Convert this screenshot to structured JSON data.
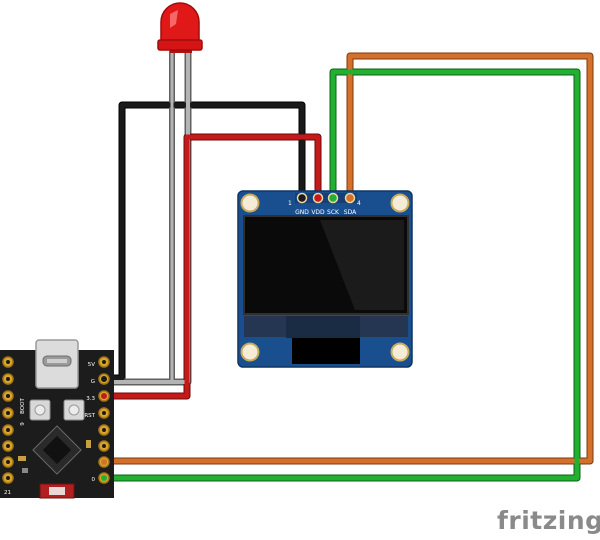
{
  "oled": {
    "pins": [
      "GND",
      "VDD",
      "SCK",
      "SDA"
    ],
    "pin_first_number": "1",
    "pin_last_number": "4"
  },
  "board": {
    "labels_right": [
      "5V",
      "G",
      "3.3",
      "RST"
    ],
    "label_boot": "BOOT",
    "label_nine": "9",
    "label_gpio0": "0",
    "label_21": "21"
  },
  "watermark": "fritzing",
  "colors": {
    "wire_black": "#1a1a1a",
    "wire_gray": "#a0a0a0",
    "wire_red": "#c41a1a",
    "wire_orange": "#d4702a",
    "wire_green": "#22b030",
    "oled_pcb": "#1a4f8f",
    "led_red": "#e01818",
    "board_black": "#1c1c1c",
    "pad_gold": "#d9a52a"
  }
}
